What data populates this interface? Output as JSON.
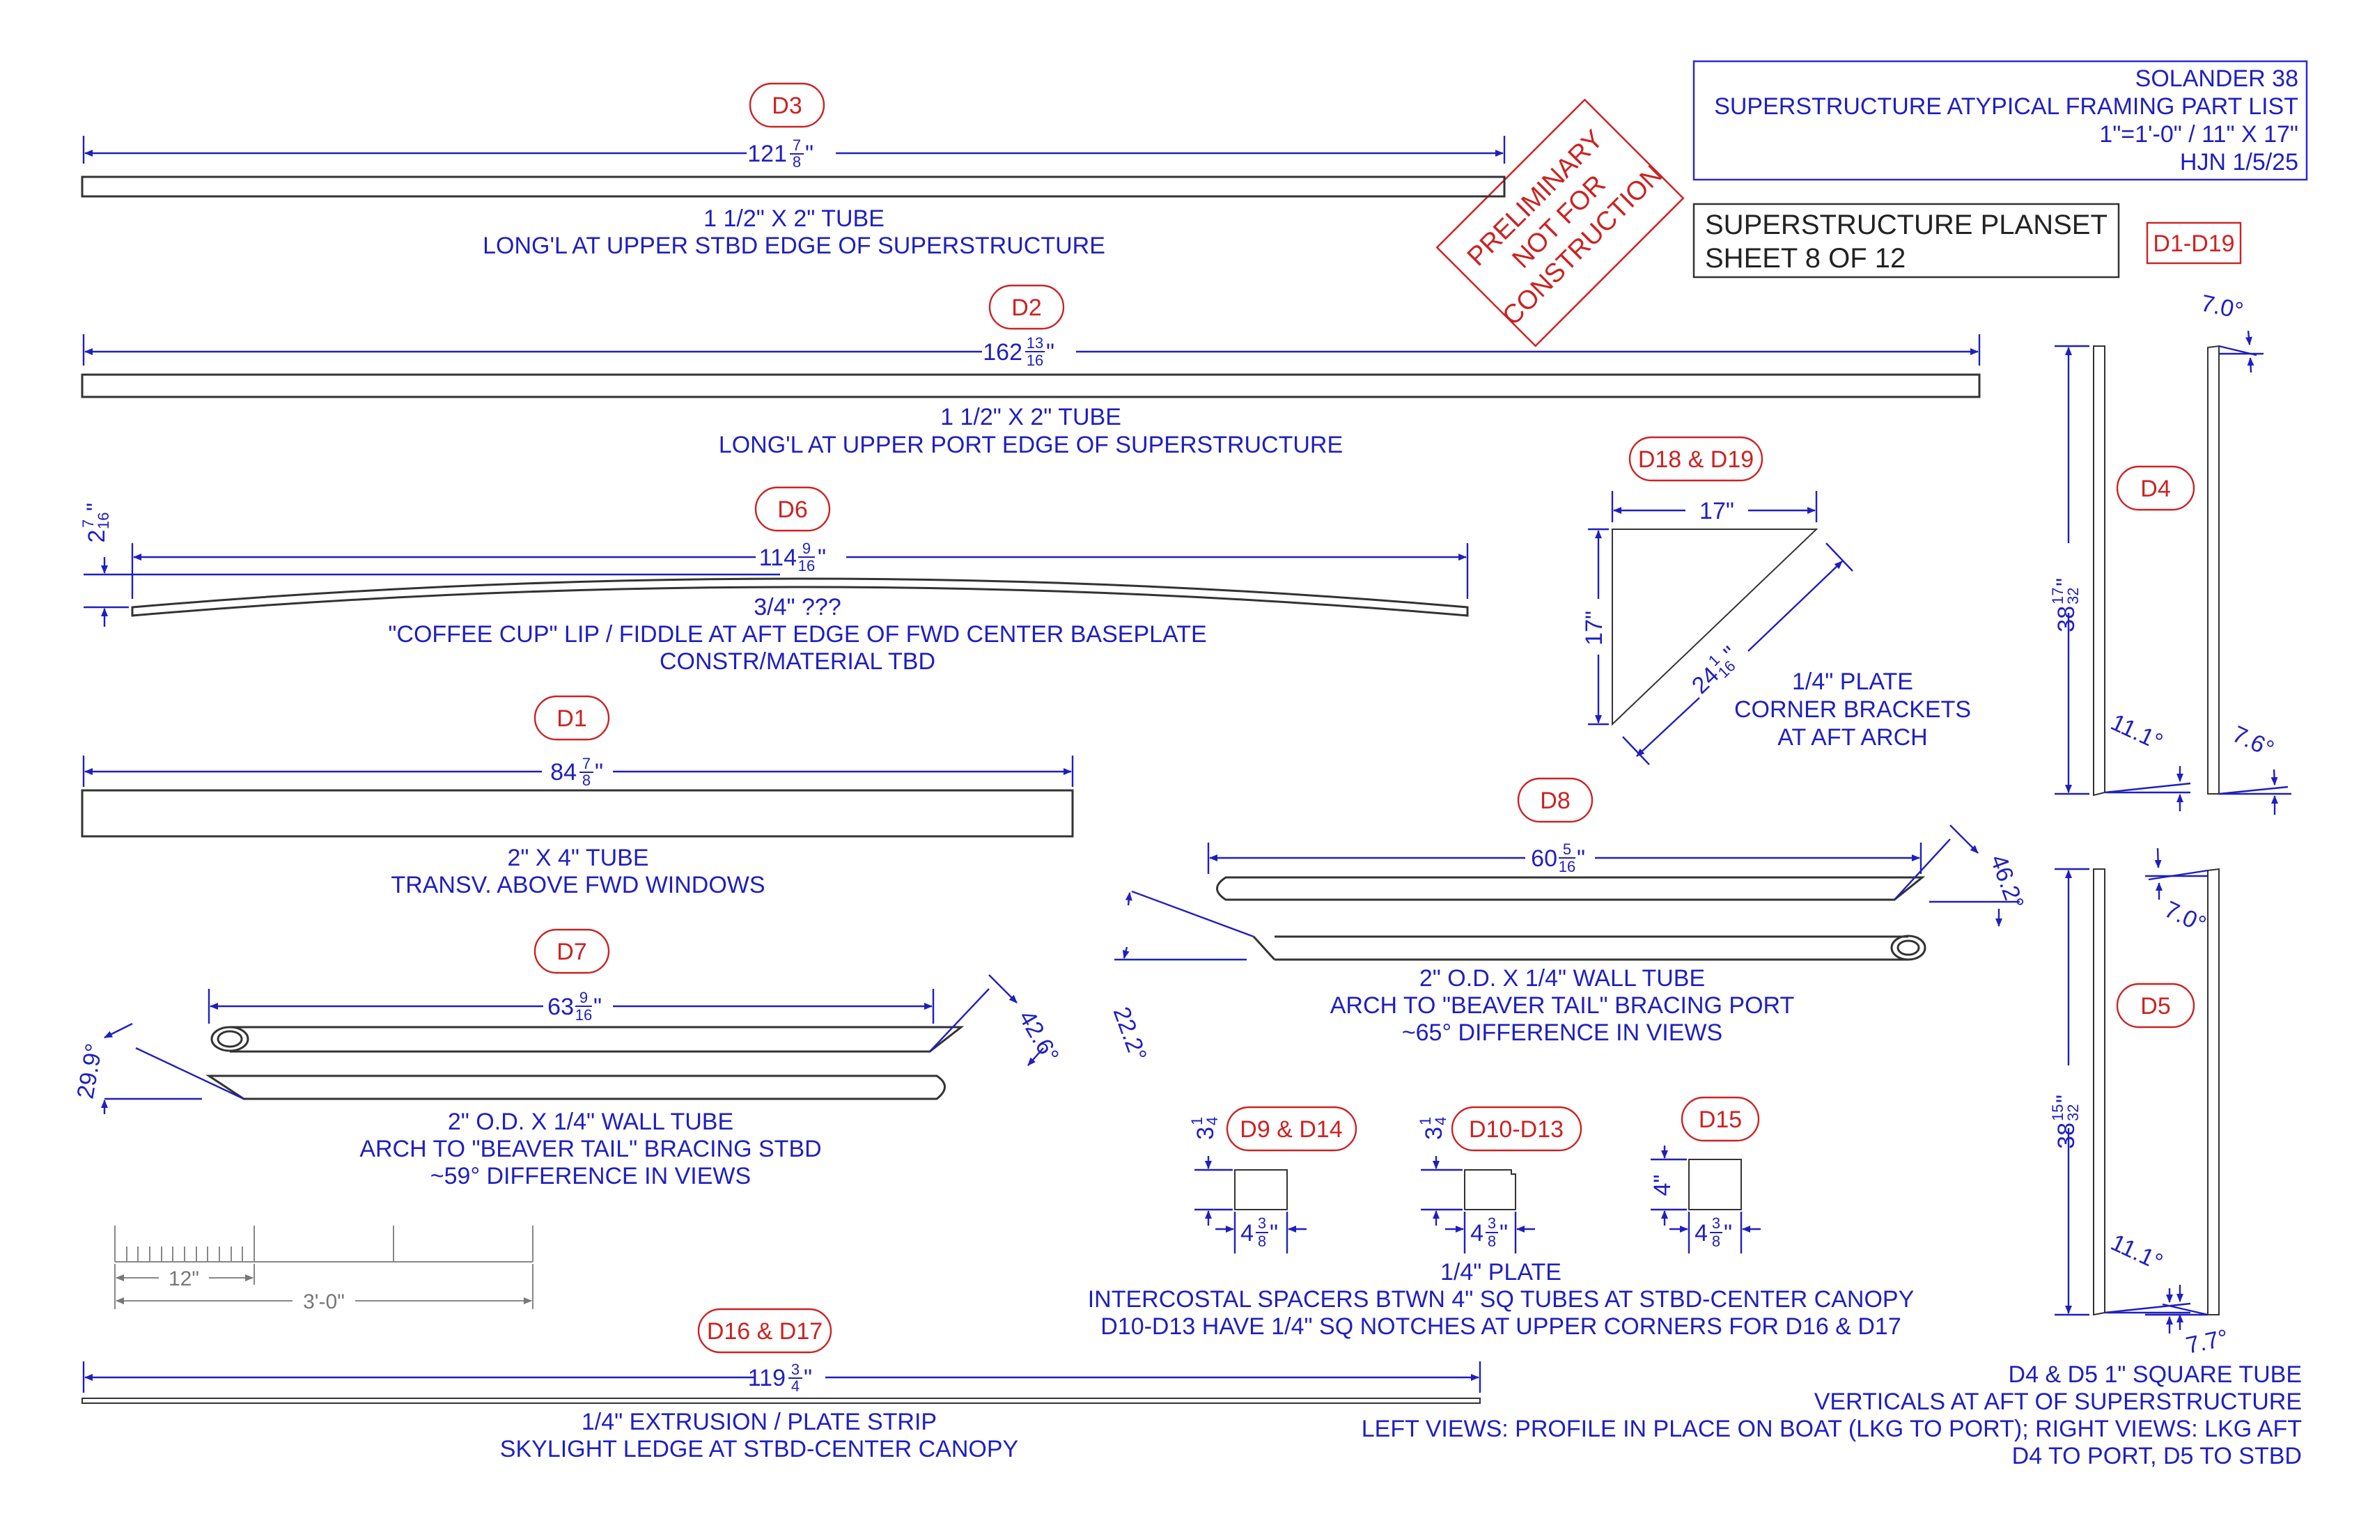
{
  "title_block": {
    "line1": "SOLANDER 38",
    "line2": "SUPERSTRUCTURE ATYPICAL FRAMING PART LIST",
    "line3": "1\"=1'-0\" / 11\" X 17\"",
    "line4": "HJN 1/5/25"
  },
  "planset": {
    "line1": "SUPERSTRUCTURE PLANSET",
    "line2": "SHEET 8 OF 12"
  },
  "range_tag": "D1-D19",
  "stamp": {
    "line1": "PRELIMINARY",
    "line2": "NOT FOR",
    "line3": "CONSTRUCTION"
  },
  "parts": {
    "d3": {
      "tag": "D3",
      "dim_whole": "121",
      "dim_num": "7",
      "dim_den": "8",
      "note1": "1 1/2\" X 2\" TUBE",
      "note2": "LONG'L AT UPPER STBD EDGE OF SUPERSTRUCTURE"
    },
    "d2": {
      "tag": "D2",
      "dim_whole": "162",
      "dim_num": "13",
      "dim_den": "16",
      "note1": "1 1/2\" X 2\" TUBE",
      "note2": "LONG'L AT UPPER PORT EDGE OF SUPERSTRUCTURE"
    },
    "d6": {
      "tag": "D6",
      "dim_whole": "114",
      "dim_num": "9",
      "dim_den": "16",
      "rise_whole": "2",
      "rise_num": "7",
      "rise_den": "16",
      "note1": "3/4\" ???",
      "note2": "\"COFFEE CUP\" LIP / FIDDLE AT AFT EDGE OF FWD CENTER BASEPLATE",
      "note3": "CONSTR/MATERIAL TBD"
    },
    "d1": {
      "tag": "D1",
      "dim_whole": "84",
      "dim_num": "7",
      "dim_den": "8",
      "note1": "2\" X 4\" TUBE",
      "note2": "TRANSV. ABOVE FWD WINDOWS"
    },
    "d7": {
      "tag": "D7",
      "dim_whole": "63",
      "dim_num": "9",
      "dim_den": "16",
      "angle1": "42.6°",
      "angle2": "29.9°",
      "note1": "2\" O.D. X 1/4\" WALL TUBE",
      "note2": "ARCH TO \"BEAVER TAIL\" BRACING STBD",
      "note3": "~59° DIFFERENCE IN VIEWS"
    },
    "d8": {
      "tag": "D8",
      "dim_whole": "60",
      "dim_num": "5",
      "dim_den": "16",
      "angle1": "46.2°",
      "angle2": "22.2°",
      "note1": "2\" O.D. X 1/4\" WALL TUBE",
      "note2": "ARCH TO \"BEAVER TAIL\" BRACING PORT",
      "note3": "~65° DIFFERENCE IN VIEWS"
    },
    "d18": {
      "tag": "D18 & D19",
      "dim_top": "17\"",
      "dim_side": "17\"",
      "diag_whole": "24",
      "diag_num": "1",
      "diag_den": "16",
      "note1": "1/4\" PLATE",
      "note2": "CORNER BRACKETS",
      "note3": "AT AFT ARCH"
    },
    "d9": {
      "tag": "D9 & D14",
      "h_whole": "3",
      "h_num": "1",
      "h_den": "4",
      "w_whole": "4",
      "w_num": "3",
      "w_den": "8"
    },
    "d10": {
      "tag": "D10-D13",
      "h_whole": "3",
      "h_num": "1",
      "h_den": "4",
      "w_whole": "4",
      "w_num": "3",
      "w_den": "8"
    },
    "d15": {
      "tag": "D15",
      "h_label": "4\"",
      "w_whole": "4",
      "w_num": "3",
      "w_den": "8"
    },
    "spacers_note": {
      "line1": "1/4\" PLATE",
      "line2": "INTERCOSTAL SPACERS BTWN 4\" SQ TUBES AT STBD-CENTER CANOPY",
      "line3": "D10-D13 HAVE 1/4\" SQ NOTCHES AT UPPER CORNERS FOR D16 & D17"
    },
    "d16": {
      "tag": "D16 & D17",
      "dim_whole": "119",
      "dim_num": "3",
      "dim_den": "4",
      "note1": "1/4\" EXTRUSION / PLATE STRIP",
      "note2": "SKYLIGHT LEDGE AT STBD-CENTER CANOPY"
    },
    "d4": {
      "tag": "D4",
      "dim_whole": "38",
      "dim_num": "17",
      "dim_den": "32",
      "angle_top": "7.0°",
      "angle_left": "11.1°",
      "angle_right": "7.6°"
    },
    "d5": {
      "tag": "D5",
      "dim_whole": "38",
      "dim_num": "15",
      "dim_den": "32",
      "angle_top": "7.0°",
      "angle_left": "11.1°",
      "angle_right": "7.7°"
    },
    "verticals_note": {
      "line1": "D4 & D5 1\" SQUARE TUBE",
      "line2": "VERTICALS AT AFT OF SUPERSTRUCTURE",
      "line3": "LEFT VIEWS: PROFILE IN PLACE ON BOAT (LKG TO PORT); RIGHT VIEWS: LKG AFT",
      "line4": "D4 TO PORT, D5 TO STBD"
    }
  },
  "scale_bar": {
    "label_small": "12\"",
    "label_large": "3'-0\""
  }
}
